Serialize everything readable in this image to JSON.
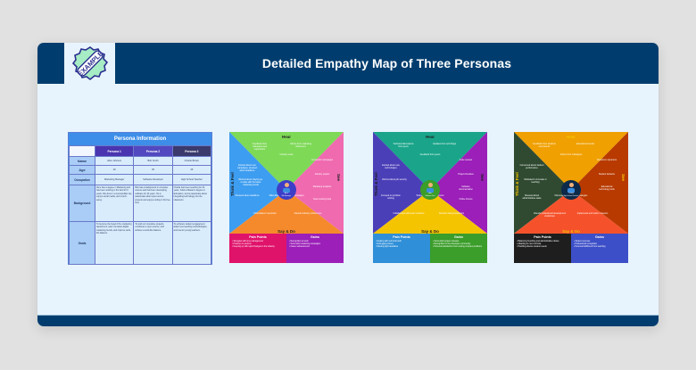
{
  "header": {
    "title": "Detailed Empathy Map of Three Personas",
    "badge_text": "EXAMPLE",
    "colors": {
      "bar": "#003d6e",
      "content_bg": "#e8f4fd",
      "badge_stroke": "#2b2f8f",
      "badge_fill": "#a6ecc4"
    }
  },
  "persona_table": {
    "title": "Persona Information",
    "columns": [
      "Persona 1",
      "Persona 2",
      "Persona 3"
    ],
    "rows": [
      {
        "label": "Name",
        "values": [
          "Alice Johnson",
          "Bob Smith",
          "Charlie Brown"
        ]
      },
      {
        "label": "Age",
        "values": [
          "29",
          "35",
          "45"
        ]
      },
      {
        "label": "Occupation",
        "values": [
          "Marketing Manager",
          "Software Developer",
          "High School Teacher"
        ]
      },
      {
        "label": "Background",
        "values": [
          "Alice has a degree in Marketing and has been working in the field for 6 years. She lives in a metropolitan city, enjoys social media, and is tech-savvy.",
          "Bob has a background in computer science and has been developing software for 10 years. He is passionate about open-source projects and enjoys coding in his free time.",
          "Charlie has been teaching for 20 years, holds a Master's degree in Education, and is passionate about integrating technology into the classroom."
        ]
      },
      {
        "label": "Goals",
        "values": [
          "To become the head of the marketing department, learn the latest digital marketing trends, and improve work-life balance.",
          "To work on innovative projects, contribute to open-source, and achieve a work-life balance.",
          "To enhance student engagement, adopt new teaching methodologies, and mentor young teachers."
        ]
      }
    ]
  },
  "empathy_maps": [
    {
      "persona_name": "Alice",
      "persona_role": "Mkt Manager",
      "labels": {
        "hear": "Hear",
        "think": "Think & Feel",
        "see": "See",
        "say": "Say & Do"
      },
      "colors": {
        "hear": "#7ed957",
        "think": "#3d9df0",
        "see": "#f06ab0",
        "say": "#f58a2c",
        "center": "#3d3dc8",
        "pain": "#e0136b",
        "gains": "#9b1fb8",
        "label_text": "#1e1e1e"
      },
      "hear": [
        "Feedback from colleagues and supervisors",
        "Advice from marketing influencers",
        "Industry news"
      ],
      "think": [
        "Excited about new campaigns, stressed about deadlines",
        "Worried about staying up-to-date with the latest marketing trends",
        "Stressed about deadlines"
      ],
      "see": [
        "Competitor campaigns",
        "Industry reports",
        "Marketing analytics",
        "Team working hard"
      ],
      "say": [
        "Talks about new marketing strategies",
        "Participates in seminars",
        "Attends industry conferences"
      ],
      "pain_points": {
        "title": "Pain Points",
        "items": [
          "Struggles with time management",
          "Pressure to perform",
          "Keeping up with rapid changes in the industry"
        ]
      },
      "gains": {
        "title": "Gains",
        "items": [
          "Recognition at work",
          "Successful marketing campaigns",
          "Career advancement"
        ]
      }
    },
    {
      "persona_name": "Bob",
      "persona_role": "Software Dev",
      "labels": {
        "hear": "Hear",
        "think": "Think & Feel",
        "see": "See",
        "say": "Say & Do"
      },
      "colors": {
        "hear": "#1aa58a",
        "think": "#4b3fb8",
        "see": "#9b1fb8",
        "say": "#f5c400",
        "center": "#3b9d2a",
        "pain": "#2f8fd8",
        "gains": "#3b9d2a",
        "label_text": "#1e1e1e"
      },
      "hear": [
        "Technical discussions from peers",
        "Updates from tech blogs",
        "Feedback from peers"
      ],
      "think": [
        "Excited about new technologies",
        "Worried about job security",
        "Focused on problem solving"
      ],
      "see": [
        "Code reviews",
        "Project timelines",
        "Software documentation",
        "Online forums"
      ],
      "say": [
        "Shares knowledge on forums",
        "Collaborates with team members",
        "Attends coding bootcamps"
      ],
      "pain_points": {
        "title": "Pain Points",
        "items": [
          "Dealing with technical debt",
          "Debugging issues",
          "Meeting tight deadlines"
        ]
      },
      "gains": {
        "title": "Gains",
        "items": [
          "Successful project releases",
          "Recognition in the developer community",
          "Personal satisfaction from solving complex problems"
        ]
      }
    },
    {
      "persona_name": "Charlie",
      "persona_role": "High School Teacher",
      "labels": {
        "hear": "Hear",
        "think": "Think & Feel",
        "see": "See",
        "say": "Say & Do"
      },
      "colors": {
        "hear": "#f0a000",
        "think": "#2f4a30",
        "see": "#b83a00",
        "say": "#f5522b",
        "center": "#0e2a4a",
        "pain": "#1e1e1e",
        "gains": "#3d4fc8",
        "label_text": "#f5c400"
      },
      "hear": [
        "Feedback from students and parents",
        "Educational trends",
        "Advice from colleagues"
      ],
      "think": [
        "Concerned about student performance",
        "Motivated to innovate in teaching",
        "Stressed about administrative tasks"
      ],
      "see": [
        "Classroom dynamics",
        "Student behavior",
        "Educational technology tools"
      ],
      "say": [
        "Discusses new teaching strategies",
        "Attends professional development workshops",
        "Implements tech tools in lessons"
      ],
      "pain_points": {
        "title": "Pain Points",
        "items": [
          "Balancing Teaching and administrative duties",
          "Adapting to new curricula",
          "Handling diverse student needs"
        ]
      },
      "gains": {
        "title": "Gains",
        "items": [
          "Student success",
          "Professional recognition",
          "Personal fulfillment from teaching"
        ]
      }
    }
  ]
}
